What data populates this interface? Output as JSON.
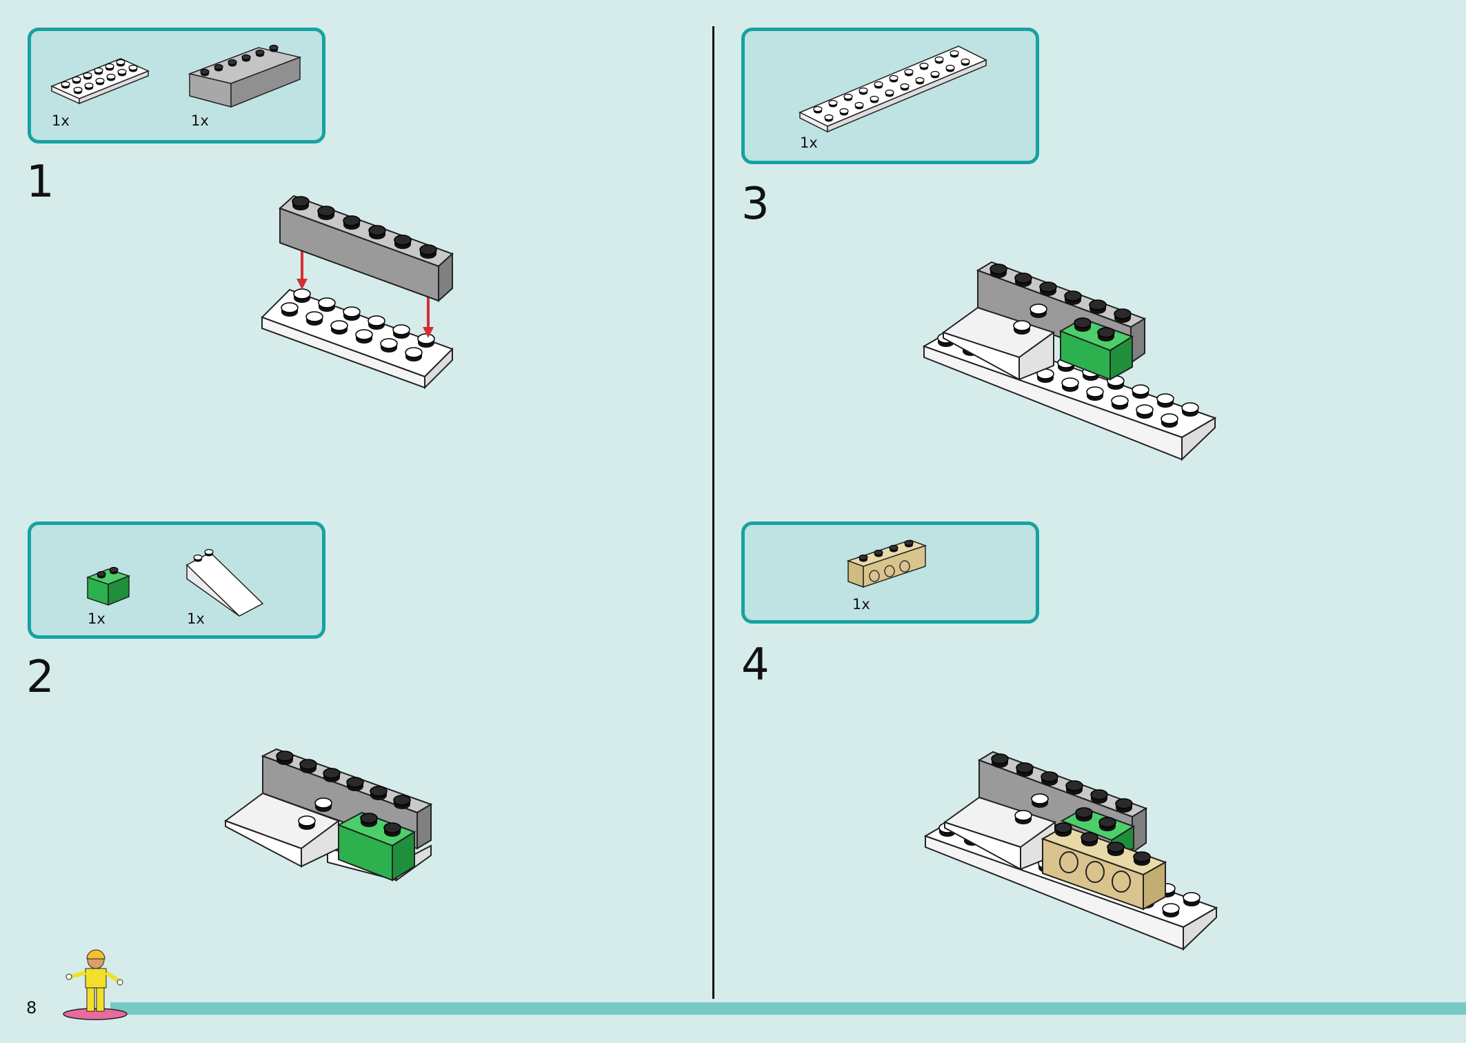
{
  "page": {
    "number": "8"
  },
  "steps": [
    {
      "number": "1",
      "parts": [
        {
          "name": "white plate 2x6",
          "qty": "1x"
        },
        {
          "name": "gray brick 1x6",
          "qty": "1x"
        }
      ]
    },
    {
      "number": "2",
      "parts": [
        {
          "name": "green brick 1x2",
          "qty": "1x"
        },
        {
          "name": "white slope",
          "qty": "1x"
        }
      ]
    },
    {
      "number": "3",
      "parts": [
        {
          "name": "white plate 2x10",
          "qty": "1x"
        }
      ]
    },
    {
      "number": "4",
      "parts": [
        {
          "name": "tan technic brick 1x4",
          "qty": "1x"
        }
      ]
    }
  ],
  "colors": {
    "background": "#d5ecea",
    "box_border": "#16a2a0",
    "box_fill": "#bfe3e2",
    "footer": "#78c8c4",
    "white_part": "#ffffff",
    "gray_part": "#9a9a9a",
    "green_part": "#2db14e",
    "tan_part": "#d9c48e",
    "arrow": "#d42e37"
  }
}
